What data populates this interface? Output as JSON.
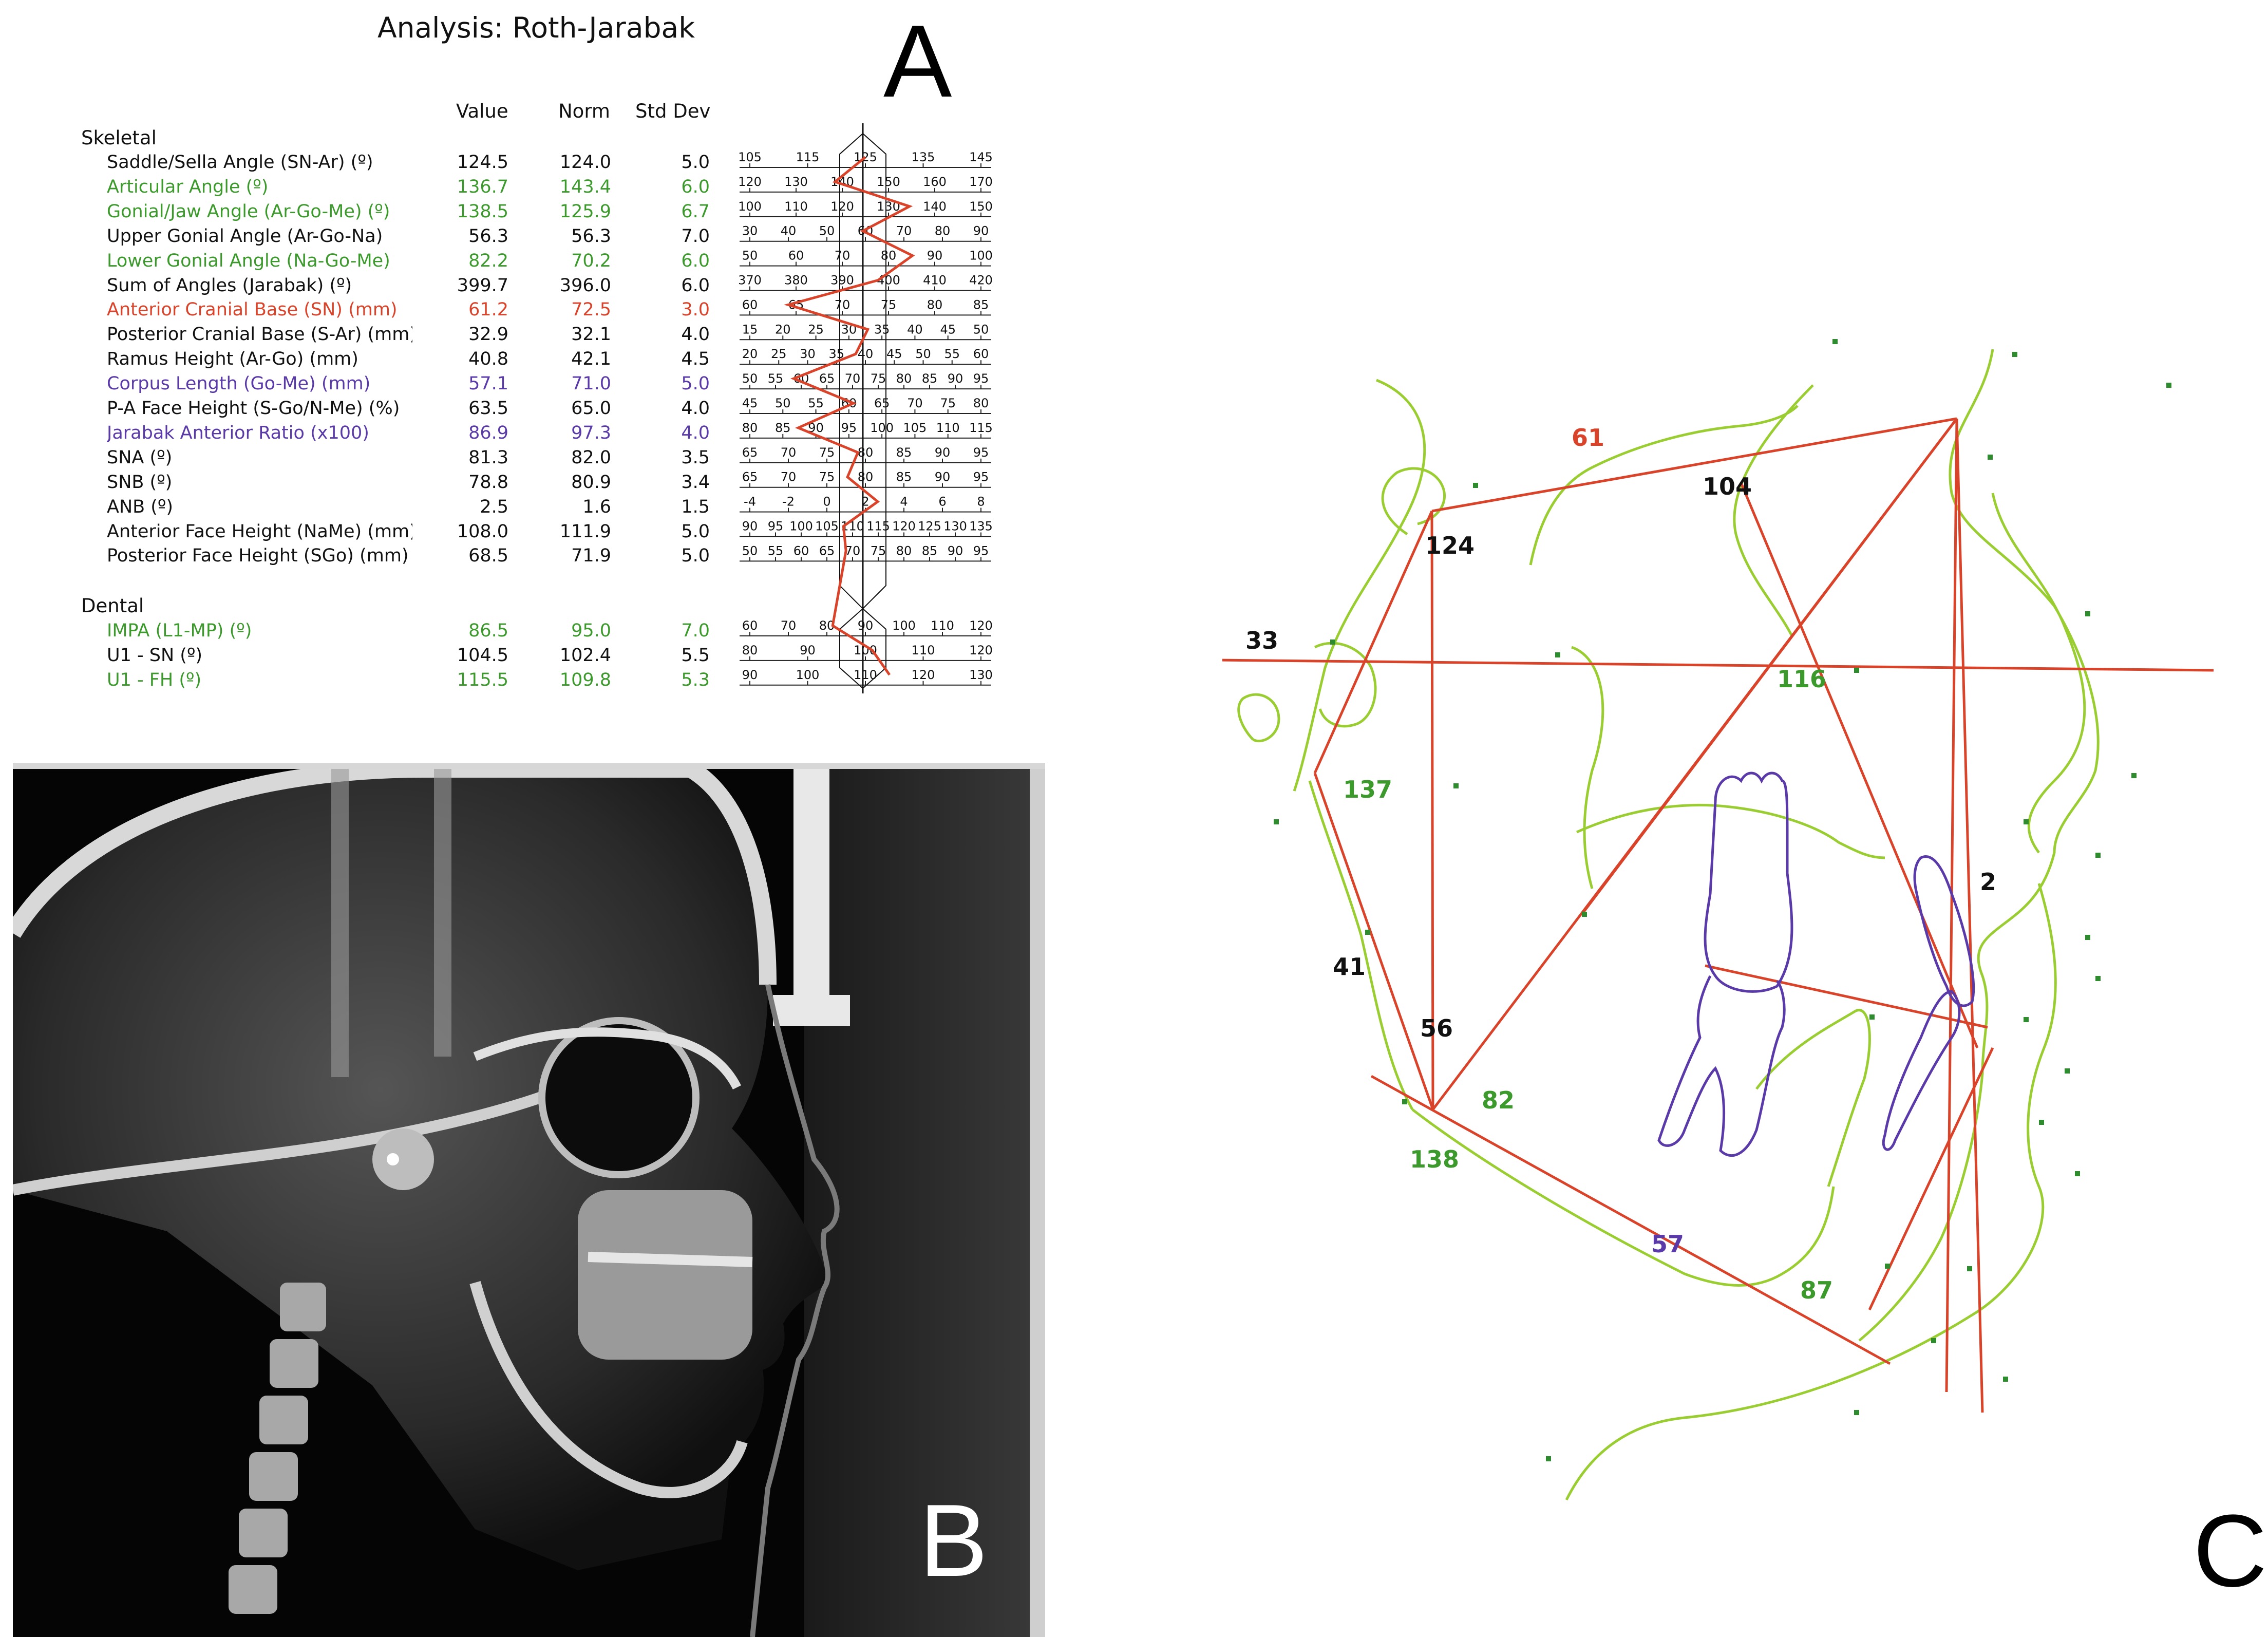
{
  "panels": {
    "a": "A",
    "b": "B",
    "c": "C"
  },
  "analysis": {
    "title": "Analysis: Roth-Jarabak",
    "columns": {
      "value": "Value",
      "norm": "Norm",
      "std": "Std Dev"
    },
    "sections": {
      "skeletal": "Skeletal",
      "dental": "Dental"
    },
    "skeletal_rows": [
      {
        "label": "Saddle/Sella Angle (SN-Ar) (º)",
        "value": "124.5",
        "norm": "124.0",
        "std": "5.0",
        "color": "#111111",
        "ticks": [
          "105",
          "115",
          "125",
          "135",
          "145"
        ]
      },
      {
        "label": "Articular Angle (º)",
        "value": "136.7",
        "norm": "143.4",
        "std": "6.0",
        "color": "#3c9a2c",
        "ticks": [
          "120",
          "130",
          "140",
          "150",
          "160",
          "170"
        ]
      },
      {
        "label": "Gonial/Jaw Angle (Ar-Go-Me) (º)",
        "value": "138.5",
        "norm": "125.9",
        "std": "6.7",
        "color": "#3c9a2c",
        "ticks": [
          "100",
          "110",
          "120",
          "130",
          "140",
          "150"
        ]
      },
      {
        "label": "Upper Gonial Angle (Ar-Go-Na)",
        "value": "56.3",
        "norm": "56.3",
        "std": "7.0",
        "color": "#111111",
        "ticks": [
          "30",
          "40",
          "50",
          "60",
          "70",
          "80",
          "90"
        ]
      },
      {
        "label": "Lower Gonial Angle (Na-Go-Me)",
        "value": "82.2",
        "norm": "70.2",
        "std": "6.0",
        "color": "#3c9a2c",
        "ticks": [
          "50",
          "60",
          "70",
          "80",
          "90",
          "100"
        ]
      },
      {
        "label": "Sum of Angles (Jarabak) (º)",
        "value": "399.7",
        "norm": "396.0",
        "std": "6.0",
        "color": "#111111",
        "ticks": [
          "370",
          "380",
          "390",
          "400",
          "410",
          "420"
        ]
      },
      {
        "label": "Anterior Cranial Base (SN) (mm)",
        "value": "61.2",
        "norm": "72.5",
        "std": "3.0",
        "color": "#d9432a",
        "ticks": [
          "60",
          "65",
          "70",
          "75",
          "80",
          "85"
        ]
      },
      {
        "label": "Posterior Cranial Base (S-Ar) (mm)",
        "value": "32.9",
        "norm": "32.1",
        "std": "4.0",
        "color": "#111111",
        "ticks": [
          "15",
          "20",
          "25",
          "30",
          "35",
          "40",
          "45",
          "50"
        ]
      },
      {
        "label": "Ramus Height (Ar-Go) (mm)",
        "value": "40.8",
        "norm": "42.1",
        "std": "4.5",
        "color": "#111111",
        "ticks": [
          "20",
          "25",
          "30",
          "35",
          "40",
          "45",
          "50",
          "55",
          "60"
        ]
      },
      {
        "label": "Corpus Length (Go-Me) (mm)",
        "value": "57.1",
        "norm": "71.0",
        "std": "5.0",
        "color": "#5a3aa8",
        "ticks": [
          "50",
          "55",
          "60",
          "65",
          "70",
          "75",
          "80",
          "85",
          "90",
          "95"
        ]
      },
      {
        "label": "P-A Face Height (S-Go/N-Me) (%)",
        "value": "63.5",
        "norm": "65.0",
        "std": "4.0",
        "color": "#111111",
        "ticks": [
          "45",
          "50",
          "55",
          "60",
          "65",
          "70",
          "75",
          "80"
        ]
      },
      {
        "label": "Jarabak Anterior Ratio (x100)",
        "value": "86.9",
        "norm": "97.3",
        "std": "4.0",
        "color": "#5a3aa8",
        "ticks": [
          "80",
          "85",
          "90",
          "95",
          "100",
          "105",
          "110",
          "115"
        ]
      },
      {
        "label": "SNA (º)",
        "value": "81.3",
        "norm": "82.0",
        "std": "3.5",
        "color": "#111111",
        "ticks": [
          "65",
          "70",
          "75",
          "80",
          "85",
          "90",
          "95"
        ]
      },
      {
        "label": "SNB (º)",
        "value": "78.8",
        "norm": "80.9",
        "std": "3.4",
        "color": "#111111",
        "ticks": [
          "65",
          "70",
          "75",
          "80",
          "85",
          "90",
          "95"
        ]
      },
      {
        "label": "ANB (º)",
        "value": "2.5",
        "norm": "1.6",
        "std": "1.5",
        "color": "#111111",
        "ticks": [
          "-4",
          "-2",
          "0",
          "2",
          "4",
          "6",
          "8"
        ]
      },
      {
        "label": "Anterior Face Height (NaMe) (mm)",
        "value": "108.0",
        "norm": "111.9",
        "std": "5.0",
        "color": "#111111",
        "ticks": [
          "90",
          "95",
          "100",
          "105",
          "110",
          "115",
          "120",
          "125",
          "130",
          "135"
        ]
      },
      {
        "label": "Posterior Face Height (SGo) (mm)",
        "value": "68.5",
        "norm": "71.9",
        "std": "5.0",
        "color": "#111111",
        "ticks": [
          "50",
          "55",
          "60",
          "65",
          "70",
          "75",
          "80",
          "85",
          "90",
          "95"
        ]
      }
    ],
    "dental_rows": [
      {
        "label": "IMPA (L1-MP) (º)",
        "value": "86.5",
        "norm": "95.0",
        "std": "7.0",
        "color": "#3c9a2c",
        "ticks": [
          "60",
          "70",
          "80",
          "90",
          "100",
          "110",
          "120"
        ]
      },
      {
        "label": "U1 - SN (º)",
        "value": "104.5",
        "norm": "102.4",
        "std": "5.5",
        "color": "#111111",
        "ticks": [
          "80",
          "90",
          "100",
          "110",
          "120"
        ]
      },
      {
        "label": "U1 - FH (º)",
        "value": "115.5",
        "norm": "109.8",
        "std": "5.3",
        "color": "#3c9a2c",
        "ticks": [
          "90",
          "100",
          "110",
          "120",
          "130"
        ]
      }
    ]
  },
  "tracing": {
    "labels": [
      {
        "text": "61",
        "color": "#d9432a"
      },
      {
        "text": "104",
        "color": "#111111"
      },
      {
        "text": "124",
        "color": "#111111"
      },
      {
        "text": "33",
        "color": "#111111"
      },
      {
        "text": "116",
        "color": "#3c9a2c"
      },
      {
        "text": "137",
        "color": "#3c9a2c"
      },
      {
        "text": "2",
        "color": "#111111"
      },
      {
        "text": "41",
        "color": "#111111"
      },
      {
        "text": "56",
        "color": "#111111"
      },
      {
        "text": "82",
        "color": "#3c9a2c"
      },
      {
        "text": "138",
        "color": "#3c9a2c"
      },
      {
        "text": "57",
        "color": "#5a3aa8"
      },
      {
        "text": "87",
        "color": "#3c9a2c"
      }
    ],
    "colors": {
      "lines": "#d9432a",
      "contour": "#9acd32",
      "teeth": "#5a3aa8",
      "points": "#2e8b2e"
    }
  }
}
